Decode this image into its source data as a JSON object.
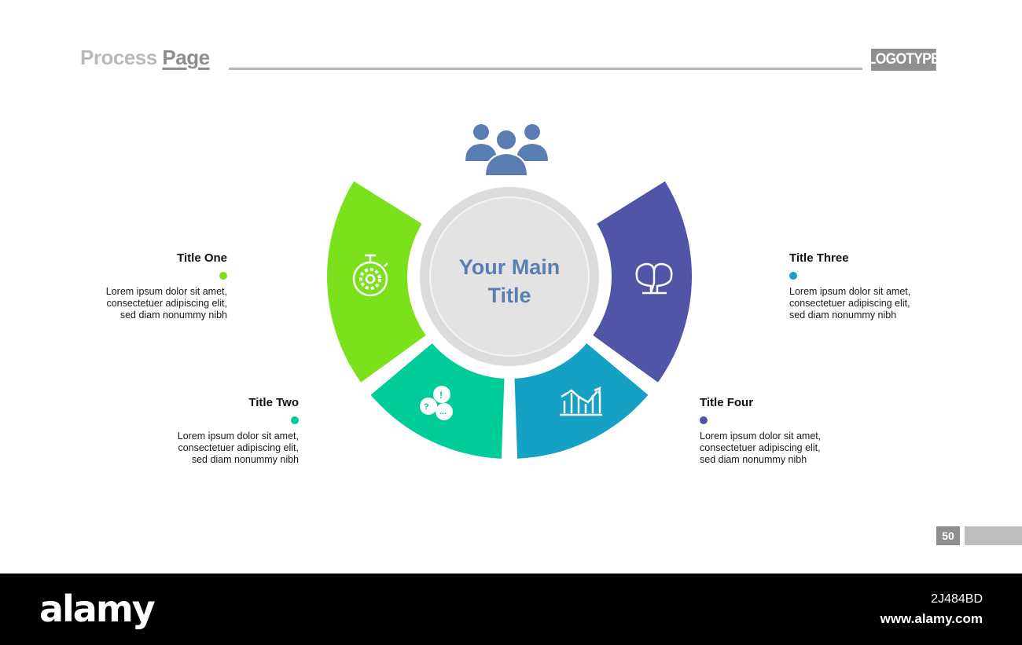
{
  "header": {
    "title_light": "Process ",
    "title_strong": "Page",
    "logo": "LOGOTYPE"
  },
  "center": {
    "title": "Your Main\nTitle",
    "top_icon": "people-group-icon"
  },
  "segments": [
    {
      "title": "Title One",
      "text": "Lorem ipsum dolor sit amet,\nconsectetuer adipiscing elit,\nsed diam nonummy nibh",
      "color": "#7be11d",
      "icon": "stopwatch-gear-icon"
    },
    {
      "title": "Title Two",
      "text": "Lorem ipsum dolor sit amet,\nconsectetuer adipiscing elit,\nsed diam nonummy nibh",
      "color": "#00cc99",
      "icon": "speech-bubbles-icon"
    },
    {
      "title": "Title Three",
      "text": "Lorem ipsum dolor sit amet,\nconsectetuer adipiscing elit,\nsed diam nonummy nibh",
      "color": "#5155a8",
      "icon": "heads-icon"
    },
    {
      "title": "Title Four",
      "text": "Lorem ipsum dolor sit amet,\nconsectetuer adipiscing elit,\nsed diam nonummy nibh",
      "color": "#14a1c4",
      "icon": "bar-chart-growth-icon"
    }
  ],
  "colors": {
    "dot_one": "#7be11d",
    "dot_two": "#00cc99",
    "dot_three": "#14a1c4",
    "dot_four": "#5155a8",
    "center_ring": "#dcdcdc",
    "center_fill": "#e6e6e6",
    "people_icon": "#5a7db2"
  },
  "page": {
    "number": "50"
  },
  "footer": {
    "brand": "alamy",
    "image_id": "2J484BD",
    "url": "www.alamy.com"
  }
}
